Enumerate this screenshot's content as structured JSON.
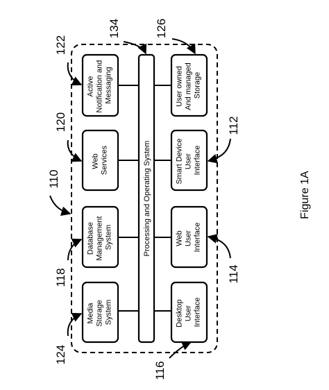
{
  "figure_label": "Figure 1A",
  "system": {
    "ref": "110"
  },
  "processing": {
    "ref": "134",
    "label": "Processing and Operating System"
  },
  "left_boxes": [
    {
      "ref": "122",
      "lines": [
        "Active",
        "Notification and",
        "Messaging"
      ]
    },
    {
      "ref": "120",
      "lines": [
        "Web",
        "Services"
      ]
    },
    {
      "ref": "118",
      "lines": [
        "Database",
        "Management",
        "System"
      ]
    },
    {
      "ref": "124",
      "lines": [
        "Media",
        "Storage",
        "System"
      ]
    }
  ],
  "right_boxes": [
    {
      "ref": "126",
      "lines": [
        "User owned",
        "And managed",
        "Storage"
      ]
    },
    {
      "ref": "112",
      "lines": [
        "Smart Device",
        "User",
        "Interface"
      ]
    },
    {
      "ref": "114",
      "lines": [
        "Web",
        "User",
        "Interface"
      ]
    },
    {
      "ref": "116",
      "lines": [
        "Desktop",
        "User",
        "Interface"
      ]
    }
  ]
}
